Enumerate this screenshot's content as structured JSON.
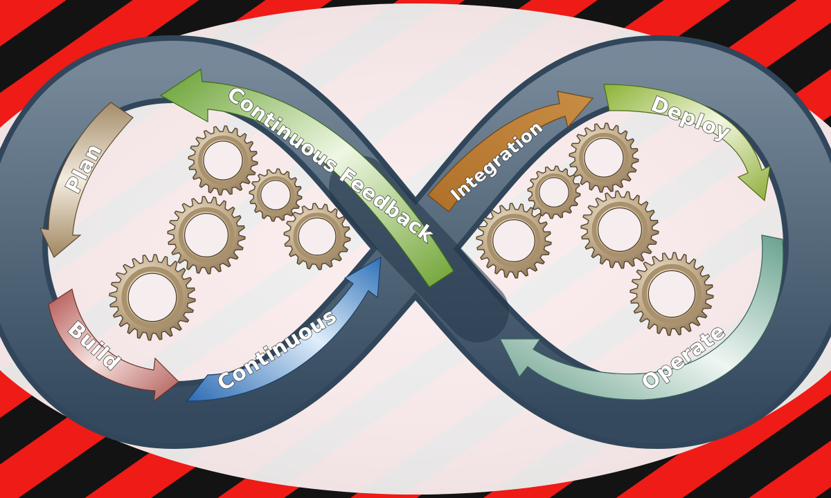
{
  "stages": {
    "plan": "Plan",
    "build": "Build",
    "continuous": "Continuous",
    "integration": "Integration",
    "deploy": "Deploy",
    "operate": "Operate",
    "continuous_feedback": "Continuous Feedback"
  },
  "colors": {
    "background_dark": "#131313",
    "background_red": "#ee1b17",
    "ellipse": "#fbeaea",
    "loop_band": "#3a5268",
    "plan": "#a8926d",
    "build": "#b15b56",
    "continuous": "#2f6fb3",
    "integration": "#b5762e",
    "deploy": "#8fb336",
    "operate": "#6aa290",
    "continuous_feedback": "#6fa233",
    "gear": "#b8a27c"
  },
  "icons": [
    "gear-icon",
    "infinity-loop-icon",
    "arrow-icon"
  ]
}
